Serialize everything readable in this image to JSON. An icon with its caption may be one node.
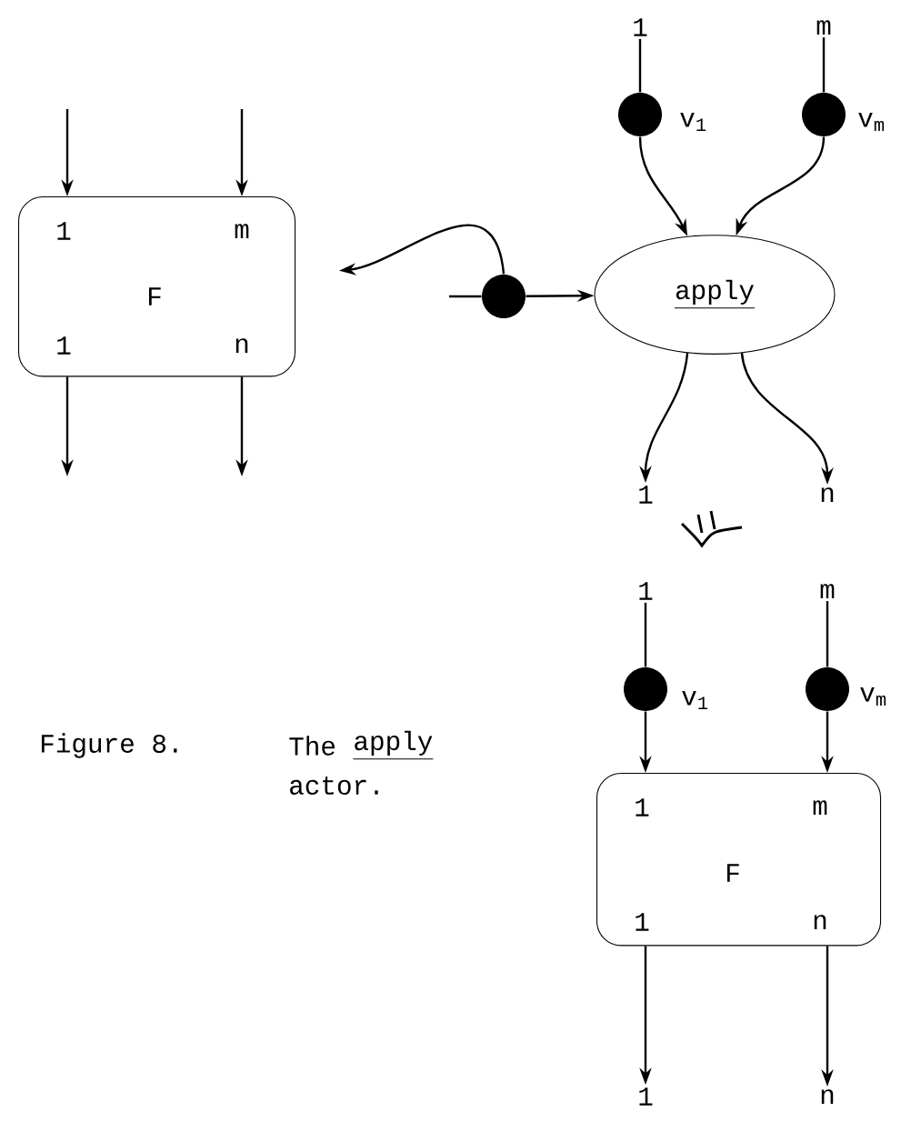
{
  "diagram": {
    "nodes": [
      {
        "text": [
          "1",
          "m",
          "F",
          "1",
          "n"
        ]
      },
      {
        "text": [
          "apply"
        ]
      },
      {
        "text": [],
        "shape": "circle",
        "beside": [
          "v$_{1}$"
        ]
      },
      {
        "text": [],
        "shape": "circle",
        "beside": [
          "v$_{m}$"
        ]
      },
      {
        "text": [],
        "shape": "circle"
      },
      {
        "text": [
          "1"
        ]
      },
      {
        "text": [
          "m"
        ]
      },
      {
        "text": [
          "1"
        ]
      },
      {
        "text": [
          "n"
        ]
      },
      {
        "text": [
          "1",
          "m",
          "F",
          "1",
          "n"
        ]
      },
      {
        "text": [],
        "shape": "circle",
        "beside": [
          "v$_{1}$"
        ]
      },
      {
        "text": [],
        "shape": "circle",
        "beside": [
          "v$_{m}$"
        ]
      },
      {
        "text": [
          "1"
        ]
      },
      {
        "text": [
          "m"
        ]
      },
      {
        "text": [
          "1"
        ]
      },
      {
        "text": [
          "n"
        ]
      }
    ],
    "edges": [
      {
        "from": null,
        "to": 0,
        "arrow": "to"
      },
      {
        "from": null,
        "to": 0,
        "arrow": "to"
      },
      {
        "from": 0,
        "to": null,
        "arrow": "to"
      },
      {
        "from": 0,
        "to": null,
        "arrow": "to"
      },
      {
        "from": null,
        "to": 4,
        "arrow": "none"
      },
      {
        "from": 4,
        "to": 1,
        "arrow": "to"
      },
      {
        "from": 4,
        "to": 0,
        "arrow": "to"
      },
      {
        "from": 5,
        "to": 2,
        "arrow": "none"
      },
      {
        "from": 2,
        "to": 1,
        "arrow": "to"
      },
      {
        "from": 6,
        "to": 3,
        "arrow": "none"
      },
      {
        "from": 3,
        "to": 1,
        "arrow": "to"
      },
      {
        "from": 1,
        "to": 7,
        "arrow": "to"
      },
      {
        "from": 1,
        "to": 8,
        "arrow": "to"
      },
      {
        "from": 12,
        "to": 10,
        "arrow": "none"
      },
      {
        "from": 10,
        "to": 9,
        "arrow": "to"
      },
      {
        "from": 13,
        "to": 11,
        "arrow": "none"
      },
      {
        "from": 11,
        "to": 9,
        "arrow": "to"
      },
      {
        "from": 9,
        "to": 14,
        "arrow": "to"
      },
      {
        "from": 9,
        "to": 15,
        "arrow": "to"
      }
    ],
    "labels": [
      "Figure 8.",
      "The",
      "apply",
      "actor."
    ]
  }
}
